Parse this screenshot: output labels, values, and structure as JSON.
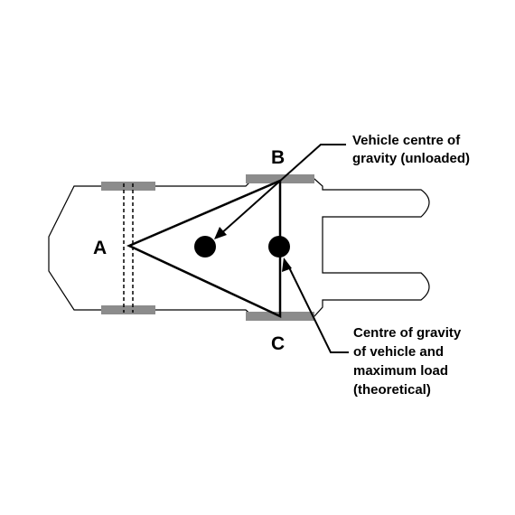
{
  "points": {
    "a": "A",
    "b": "B",
    "c": "C"
  },
  "annotations": {
    "unloaded": {
      "lines": [
        "Vehicle centre of",
        "gravity (unloaded)"
      ]
    },
    "loaded": {
      "lines": [
        "Centre of gravity",
        "of vehicle and",
        "maximum load",
        "(theoretical)"
      ]
    }
  },
  "colors": {
    "line": "#000000",
    "wheel": "#8c8c8c",
    "background": "#ffffff"
  }
}
